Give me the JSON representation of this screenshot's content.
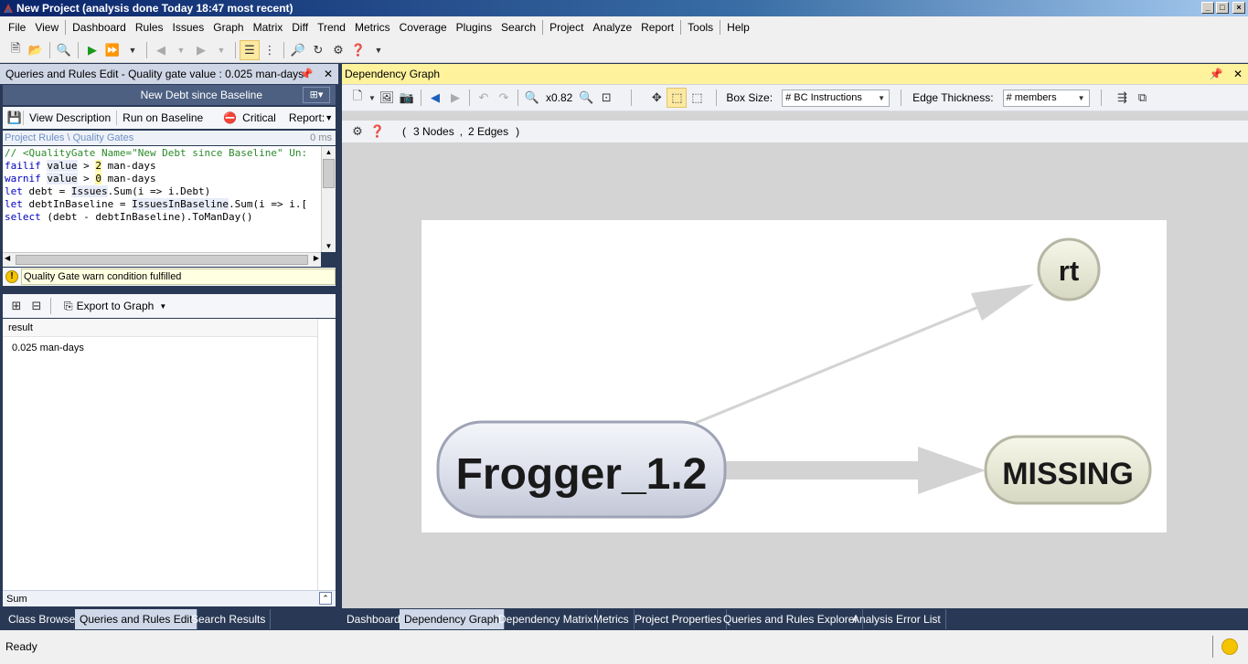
{
  "window": {
    "title": "New Project  (analysis done Today 18:47 most recent)",
    "controls": [
      "_",
      "□",
      "×"
    ]
  },
  "menubar": {
    "items": [
      "File",
      "View",
      "Dashboard",
      "Rules",
      "Issues",
      "Graph",
      "Matrix",
      "Diff",
      "Trend",
      "Metrics",
      "Coverage",
      "Plugins",
      "Search",
      "Project",
      "Analyze",
      "Report",
      "Tools",
      "Help"
    ]
  },
  "left_panel": {
    "header": "Queries and Rules Edit  - Quality gate value : 0.025 man-days",
    "rule_title": "New Debt since Baseline",
    "toolbar": {
      "view_description": "View Description",
      "run_on_baseline": "Run on Baseline",
      "critical": "Critical",
      "report": "Report:"
    },
    "path": "Project Rules \\ Quality Gates",
    "elapsed": "0 ms",
    "code_lines": [
      "// <QualityGate Name=\"New Debt since Baseline\" Un:",
      "failif value > 2 man-days",
      "warnif value > 0 man-days",
      "let debt = Issues.Sum(i => i.Debt)",
      "let debtInBaseline = IssuesInBaseline.Sum(i => i.[",
      "select (debt - debtInBaseline).ToManDay()"
    ],
    "warning": "Quality Gate warn condition fulfilled",
    "result_toolbar": {
      "export": "Export to Graph"
    },
    "result": {
      "column": "result",
      "value": "0.025 man-days"
    },
    "sum_label": "Sum"
  },
  "right_panel": {
    "header": "Dependency Graph",
    "toolbar": {
      "zoom": "x0.82",
      "box_size_label": "Box Size:",
      "box_size_value": "# BC Instructions",
      "edge_thickness_label": "Edge Thickness:",
      "edge_thickness_value": "# members"
    },
    "summary": {
      "nodes": "3 Nodes",
      "edges": "2 Edges",
      "open": "(",
      "comma": ",",
      "close": ")"
    },
    "graph": {
      "nodes": [
        {
          "id": "frogger",
          "label": "Frogger_1.2"
        },
        {
          "id": "rt",
          "label": "rt"
        },
        {
          "id": "missing",
          "label": "MISSING"
        }
      ],
      "edges": [
        {
          "from": "frogger",
          "to": "rt"
        },
        {
          "from": "frogger",
          "to": "missing"
        }
      ]
    }
  },
  "bottom_tabs_left": [
    "Class Browser",
    "Queries and Rules Edit",
    "Search Results"
  ],
  "bottom_tabs_right": [
    "Dashboard",
    "Dependency Graph",
    "Dependency Matrix",
    "Metrics",
    "Project Properties",
    "Queries and Rules Explorer",
    "Analysis Error List"
  ],
  "status": {
    "text": "Ready"
  },
  "colors": {
    "accent": "#293955",
    "graph_header": "#fff29d",
    "warning": "#f5c400"
  }
}
